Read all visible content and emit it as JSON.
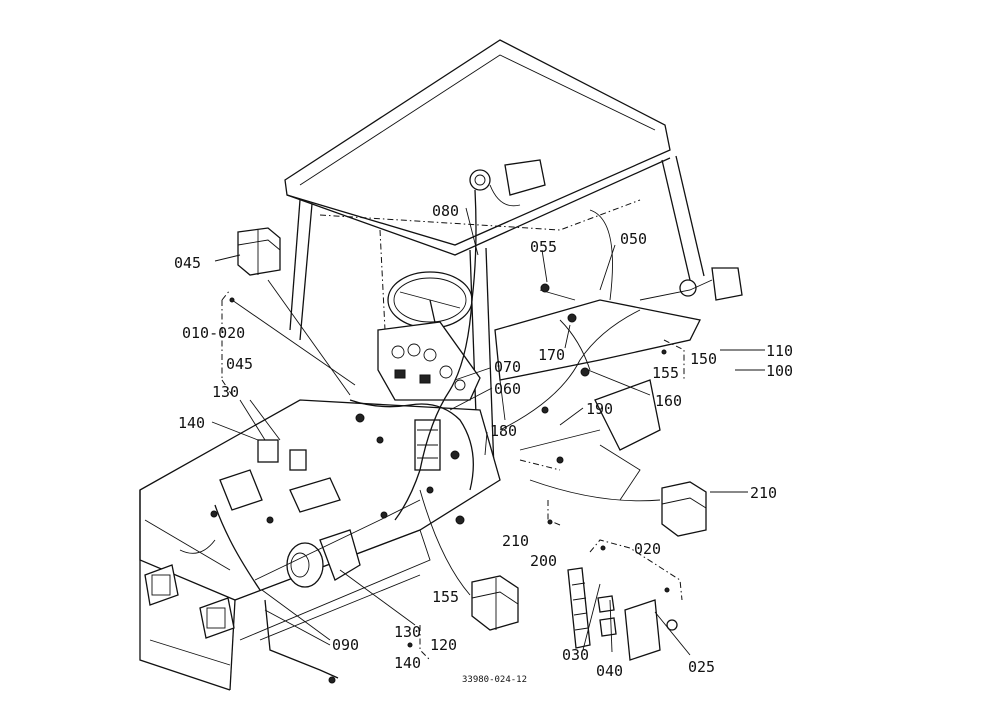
{
  "caption": "33980-024-12",
  "callouts": [
    {
      "id": "c080",
      "text": "080"
    },
    {
      "id": "c055",
      "text": "055"
    },
    {
      "id": "c050",
      "text": "050"
    },
    {
      "id": "c045a",
      "text": "045"
    },
    {
      "id": "c010020",
      "text": "010-020"
    },
    {
      "id": "c045b",
      "text": "045"
    },
    {
      "id": "c130a",
      "text": "130"
    },
    {
      "id": "c140a",
      "text": "140"
    },
    {
      "id": "c070",
      "text": "070"
    },
    {
      "id": "c060",
      "text": "060"
    },
    {
      "id": "c170",
      "text": "170"
    },
    {
      "id": "c155a",
      "text": "155"
    },
    {
      "id": "c150",
      "text": "150"
    },
    {
      "id": "c110",
      "text": "110"
    },
    {
      "id": "c100",
      "text": "100"
    },
    {
      "id": "c160",
      "text": "160"
    },
    {
      "id": "c190",
      "text": "190"
    },
    {
      "id": "c180",
      "text": "180"
    },
    {
      "id": "c210a",
      "text": "210"
    },
    {
      "id": "c210b",
      "text": "210"
    },
    {
      "id": "c200",
      "text": "200"
    },
    {
      "id": "c020",
      "text": "020"
    },
    {
      "id": "c155b",
      "text": "155"
    },
    {
      "id": "c030",
      "text": "030"
    },
    {
      "id": "c040",
      "text": "040"
    },
    {
      "id": "c025",
      "text": "025"
    },
    {
      "id": "c090",
      "text": "090"
    },
    {
      "id": "c130b",
      "text": "130"
    },
    {
      "id": "c120",
      "text": "120"
    },
    {
      "id": "c140b",
      "text": "140"
    }
  ]
}
